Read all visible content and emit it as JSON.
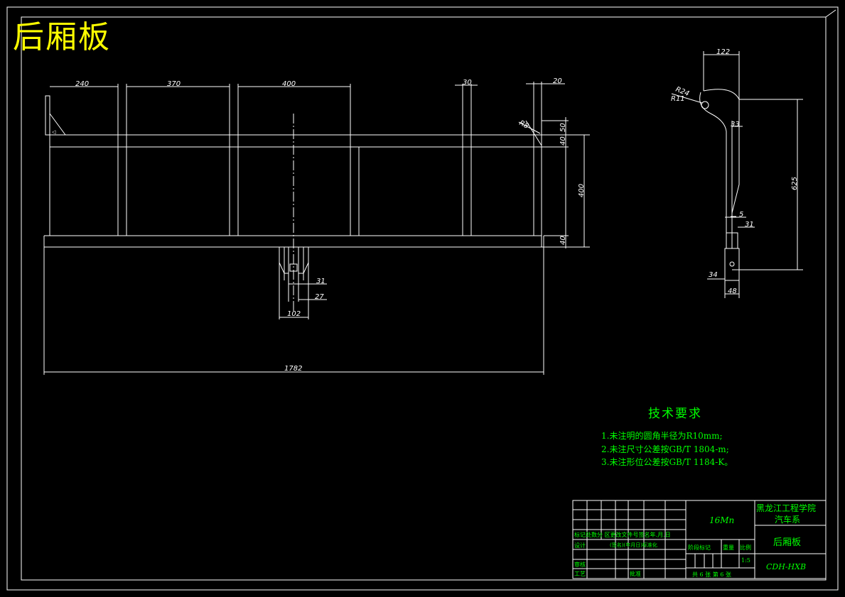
{
  "title": "后厢板",
  "front_view": {
    "dimensions": {
      "d240": "240",
      "d370": "370",
      "d400_top": "400",
      "d30": "30",
      "d20": "20",
      "r8": "R8",
      "d50": "50",
      "d40_top": "40",
      "d400_side": "400",
      "d40_bottom": "40",
      "d31": "31",
      "d27": "27",
      "d102": "102",
      "d1782": "1782"
    }
  },
  "side_view": {
    "dimensions": {
      "d122": "122",
      "r24": "R24",
      "r11": "R11",
      "d33": "33",
      "d625": "625",
      "d5": "5",
      "d31": "31",
      "d34": "34",
      "d48": "48"
    }
  },
  "technical_requirements": {
    "heading": "技术要求",
    "notes": [
      "1.未注明的圆角半径为R10mm;",
      "2.未注尺寸公差按GB/T 1804-m;",
      "3.未注形位公差按GB/T 1184-K。"
    ]
  },
  "title_block": {
    "material": "16Mn",
    "school": "黑龙江工程学院",
    "department": "汽车系",
    "part_name": "后厢板",
    "drawing_number": "CDH-HXB",
    "scale": "1:5",
    "sheet_info": "共 6 张   第 6 张",
    "stage_label": "阶段标记",
    "weight_label": "重量",
    "scale_label": "比例",
    "revision_header": "标记处数分  区更改文件号签名年.月.日",
    "design_label": "设计",
    "standardization_label": "(签名)(年月日)标准化",
    "review_label": "审核",
    "process_label": "工艺",
    "approve_label": "批准"
  }
}
